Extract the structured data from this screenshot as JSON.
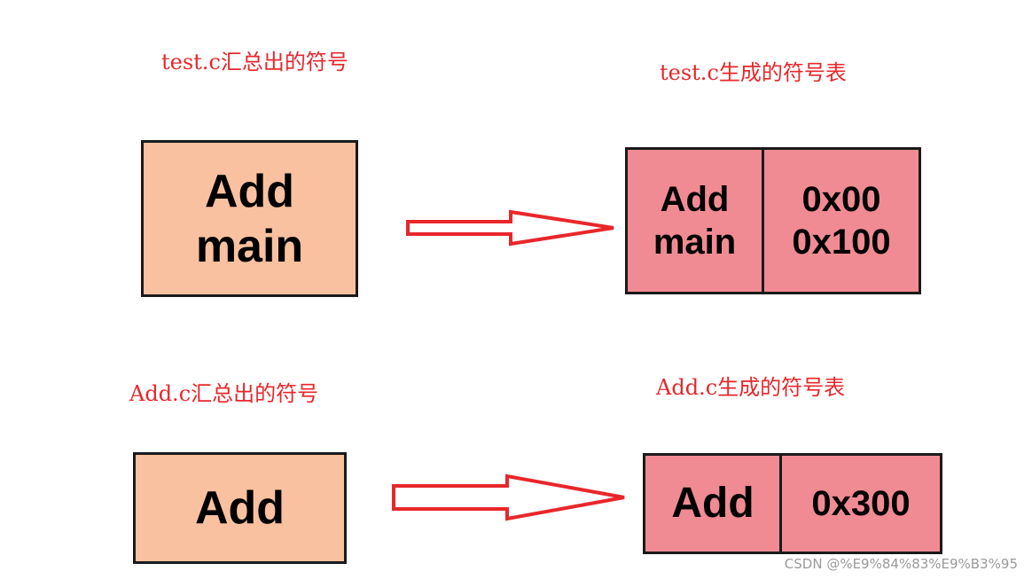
{
  "top": {
    "source_caption": "test.c汇总出的符号",
    "table_caption": "test.c生成的符号表",
    "symbols": [
      "Add",
      "main"
    ],
    "names": [
      "Add",
      "main"
    ],
    "addresses": [
      "0x00",
      "0x100"
    ]
  },
  "bottom": {
    "source_caption": "Add.c汇总出的符号",
    "table_caption": "Add.c生成的符号表",
    "symbols": [
      "Add"
    ],
    "names": [
      "Add"
    ],
    "addresses": [
      "0x300"
    ]
  },
  "watermark": "CSDN @%E9%84%83%E9%B3%95",
  "colors": {
    "caption": "#e8272b",
    "source_box": "#f9c1a0",
    "table_cell": "#f08b93",
    "arrow": "#e8272b",
    "border": "#1a1a1a"
  },
  "icons": {
    "arrow": "right-hollow-arrow-icon"
  }
}
